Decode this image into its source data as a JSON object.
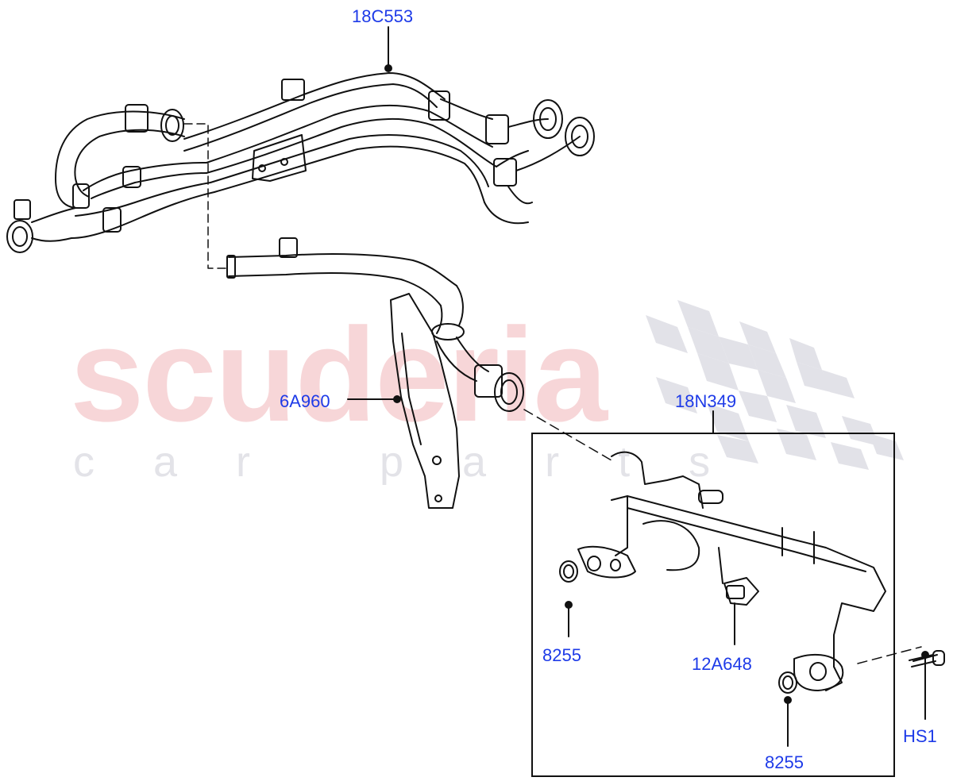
{
  "watermark": {
    "main": "scuderia",
    "sub": "car parts"
  },
  "diagram": {
    "subject": "Coolant hoses and pipes assembly",
    "callouts": [
      {
        "id": "18C553",
        "label": "18C553",
        "part": "upper hose assembly"
      },
      {
        "id": "6A960",
        "label": "6A960",
        "part": "pipe with bracket"
      },
      {
        "id": "18N349",
        "label": "18N349",
        "part": "coolant manifold (inset)"
      },
      {
        "id": "8255-a",
        "label": "8255",
        "part": "seal ring (left)"
      },
      {
        "id": "12A648",
        "label": "12A648",
        "part": "sensor"
      },
      {
        "id": "8255-b",
        "label": "8255",
        "part": "seal ring (right)"
      },
      {
        "id": "HS1",
        "label": "HS1",
        "part": "bolt"
      }
    ]
  },
  "colors": {
    "label": "#1e3be8",
    "line": "#111111",
    "watermark_red": "#f7d6d8",
    "watermark_grey": "#e3e3e8"
  }
}
